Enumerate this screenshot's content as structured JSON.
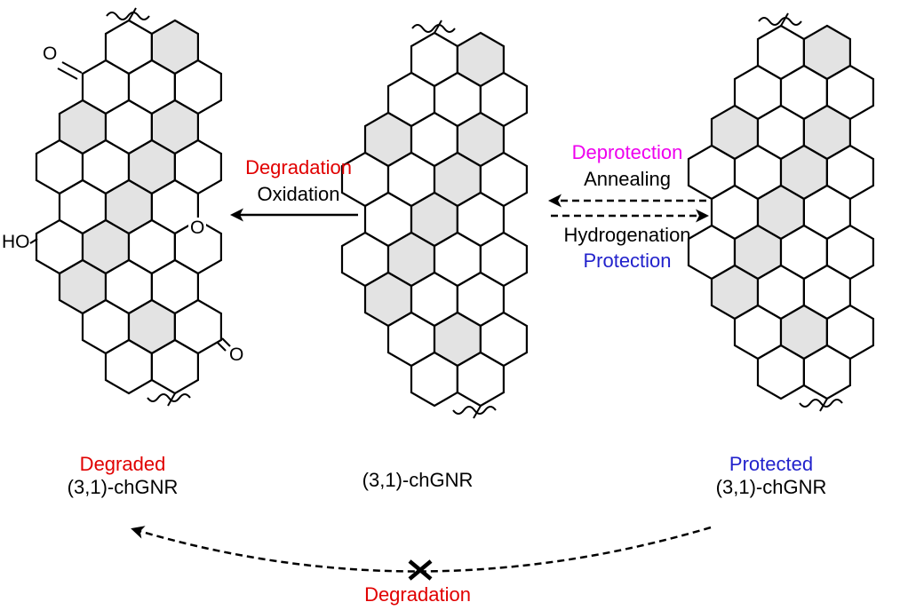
{
  "figure": {
    "colors": {
      "red": "#e10000",
      "magenta": "#ee00ee",
      "blue": "#2222cc",
      "black": "#000000",
      "ring_shade": "#e3e3e3"
    },
    "left_arrow": {
      "label1": "Degradation",
      "label2": "Oxidation"
    },
    "equilibrium": {
      "above1": "Deprotection",
      "above2": "Annealing",
      "below1": "Hydrogenation",
      "below2": "Protection"
    },
    "bottom": {
      "label": "Degradation",
      "cross_symbol": "✗"
    },
    "molecules": {
      "degraded": {
        "name_line1": "Degraded",
        "name_line2": "(3,1)-chGNR",
        "atoms": {
          "carbonyl_top": "O",
          "hydroxyl": "HO",
          "ether": "O",
          "carbonyl_bottom": "O"
        }
      },
      "parent": {
        "name": "(3,1)-chGNR"
      },
      "protected": {
        "name_line1": "Protected",
        "name_line2": "(3,1)-chGNR"
      }
    }
  }
}
